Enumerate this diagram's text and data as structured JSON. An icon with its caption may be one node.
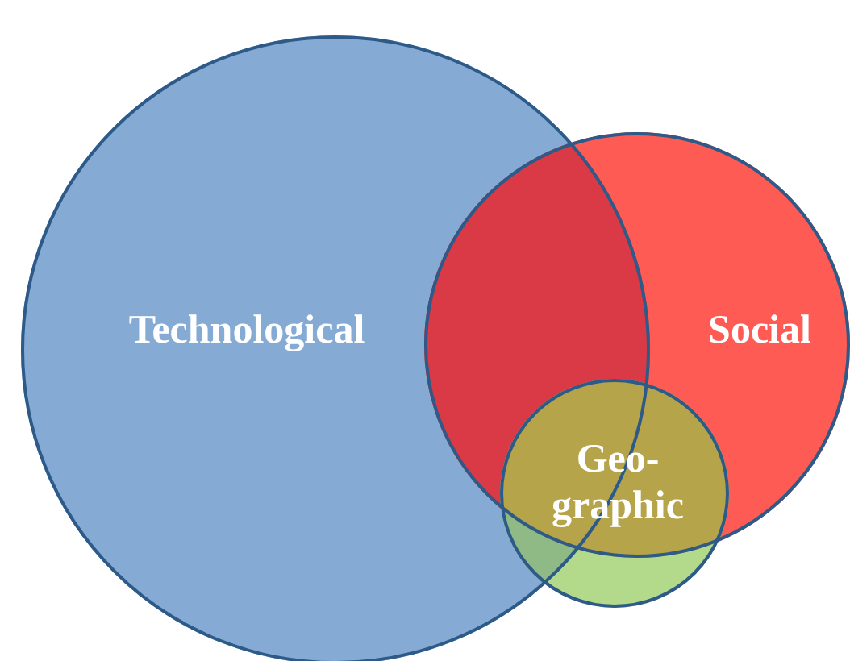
{
  "diagram": {
    "nodes": [
      {
        "text": [
          "Technological"
        ]
      },
      {
        "text": [
          "Social"
        ]
      },
      {
        "text": [
          "Geo- graphic"
        ]
      }
    ],
    "edges": []
  }
}
